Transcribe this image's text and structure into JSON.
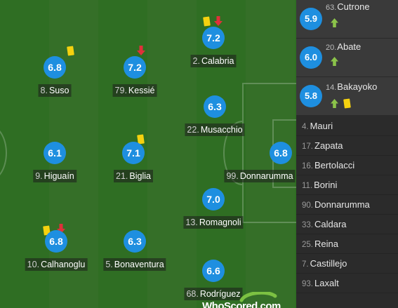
{
  "starters": [
    {
      "id": "suso",
      "number": "8.",
      "name": "Suso",
      "rating": "6.8",
      "yellow": true,
      "subbed_off": false
    },
    {
      "id": "kessie",
      "number": "79.",
      "name": "Kessié",
      "rating": "7.2",
      "yellow": false,
      "subbed_off": true
    },
    {
      "id": "calabria",
      "number": "2.",
      "name": "Calabria",
      "rating": "7.2",
      "yellow": true,
      "subbed_off": true
    },
    {
      "id": "musacchio",
      "number": "22.",
      "name": "Musacchio",
      "rating": "6.3",
      "yellow": false,
      "subbed_off": false
    },
    {
      "id": "higuain",
      "number": "9.",
      "name": "Higuaín",
      "rating": "6.1",
      "yellow": false,
      "subbed_off": false
    },
    {
      "id": "biglia",
      "number": "21.",
      "name": "Biglia",
      "rating": "7.1",
      "yellow": true,
      "subbed_off": false
    },
    {
      "id": "donnarumma",
      "number": "99.",
      "name": "Donnarumma",
      "rating": "6.8",
      "yellow": false,
      "subbed_off": false
    },
    {
      "id": "romagnoli",
      "number": "13.",
      "name": "Romagnoli",
      "rating": "7.0",
      "yellow": false,
      "subbed_off": false
    },
    {
      "id": "calhanoglu",
      "number": "10.",
      "name": "Calhanoglu",
      "rating": "6.8",
      "yellow": true,
      "subbed_off": true
    },
    {
      "id": "bonaventura",
      "number": "5.",
      "name": "Bonaventura",
      "rating": "6.3",
      "yellow": false,
      "subbed_off": false
    },
    {
      "id": "rodriguez",
      "number": "68.",
      "name": "Rodríguez",
      "rating": "6.6",
      "yellow": false,
      "subbed_off": false
    }
  ],
  "substitutes_used": [
    {
      "number": "63.",
      "name": "Cutrone",
      "rating": "5.9",
      "yellow": false
    },
    {
      "number": "20.",
      "name": "Abate",
      "rating": "6.0",
      "yellow": false
    },
    {
      "number": "14.",
      "name": "Bakayoko",
      "rating": "5.8",
      "yellow": true
    }
  ],
  "bench": [
    {
      "number": "4.",
      "name": "Mauri"
    },
    {
      "number": "17.",
      "name": "Zapata"
    },
    {
      "number": "16.",
      "name": "Bertolacci"
    },
    {
      "number": "11.",
      "name": "Borini"
    },
    {
      "number": "90.",
      "name": "Donnarumma"
    },
    {
      "number": "33.",
      "name": "Caldara"
    },
    {
      "number": "25.",
      "name": "Reina"
    },
    {
      "number": "7.",
      "name": "Castillejo"
    },
    {
      "number": "93.",
      "name": "Laxalt"
    }
  ],
  "logo_text": "WhoScored.com",
  "colors": {
    "rating_bg": "#1e8fe0",
    "yellow_card": "#f5d10f",
    "sub_off": "#e0303a",
    "sub_on": "#8bc34a"
  },
  "icons": {
    "sub_off": "red-down-arrow-icon",
    "sub_on": "green-up-arrow-icon",
    "card": "yellow-card-icon"
  }
}
